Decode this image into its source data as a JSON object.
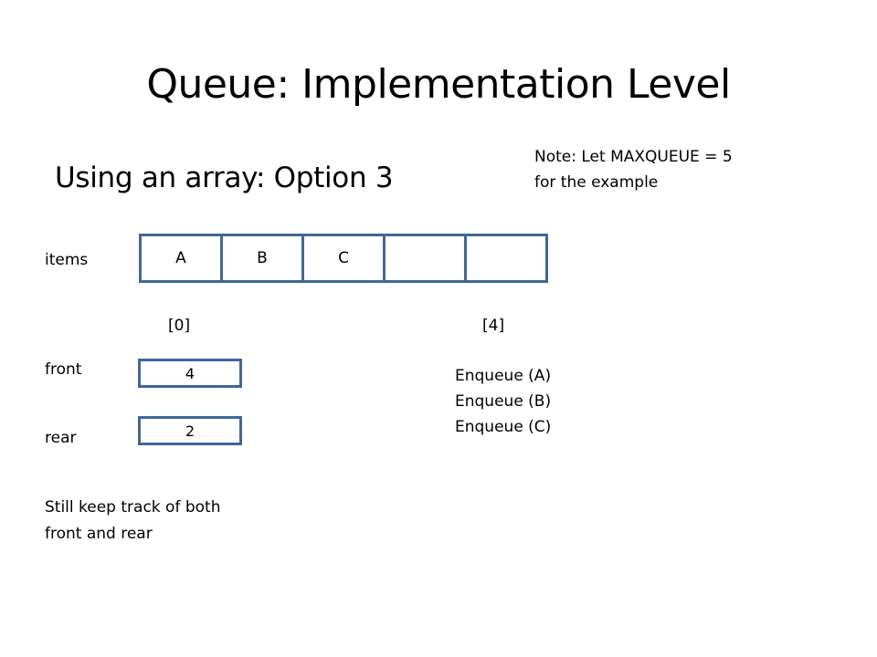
{
  "slide": {
    "title": "Queue:  Implementation Level",
    "subtitle": "Using an array:  Option 3",
    "note_lines": [
      "Note:  Let  MAXQUEUE = 5",
      "for the example"
    ]
  },
  "array": {
    "label": "items",
    "cells": [
      "A",
      "B",
      "C",
      "",
      ""
    ],
    "index_first": "[0]",
    "index_last": "[4]"
  },
  "front": {
    "label": "front",
    "value": "4"
  },
  "rear": {
    "label": "rear",
    "value": "2"
  },
  "operations": [
    "Enqueue (A)",
    "Enqueue (B)",
    "Enqueue (C)"
  ],
  "footnote_lines": [
    "Still keep track of both",
    "front and rear"
  ],
  "colors": {
    "box_border": "#41669a",
    "text": "#000000",
    "background": "#ffffff"
  }
}
